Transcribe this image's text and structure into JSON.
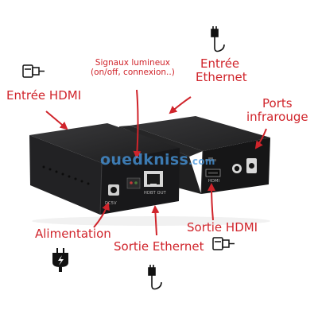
{
  "labels": {
    "signaux_line1": "Signaux lumineux",
    "signaux_line2": "(on/off, connexion..)",
    "entree_ethernet_line1": "Entrée",
    "entree_ethernet_line2": "Ethernet",
    "entree_hdmi": "Entrée HDMI",
    "ports_line1": "Ports",
    "ports_line2": "infrarouge",
    "alimentation": "Alimentation",
    "sortie_ethernet": "Sortie Ethernet",
    "sortie_hdmi": "Sortie HDMI"
  },
  "device_text": {
    "dc5v": "DC5V",
    "hdbt_out": "HDBT OUT",
    "hdmi": "HDMI"
  },
  "watermark": {
    "name": "ouedkniss",
    "domain": ".com"
  },
  "colors": {
    "annotation": "#d0242b",
    "device_body": "#1b1b1c",
    "watermark": "#4696dc"
  },
  "icons": [
    "hdmi-plug-icon",
    "ethernet-plug-icon",
    "power-plug-icon"
  ]
}
